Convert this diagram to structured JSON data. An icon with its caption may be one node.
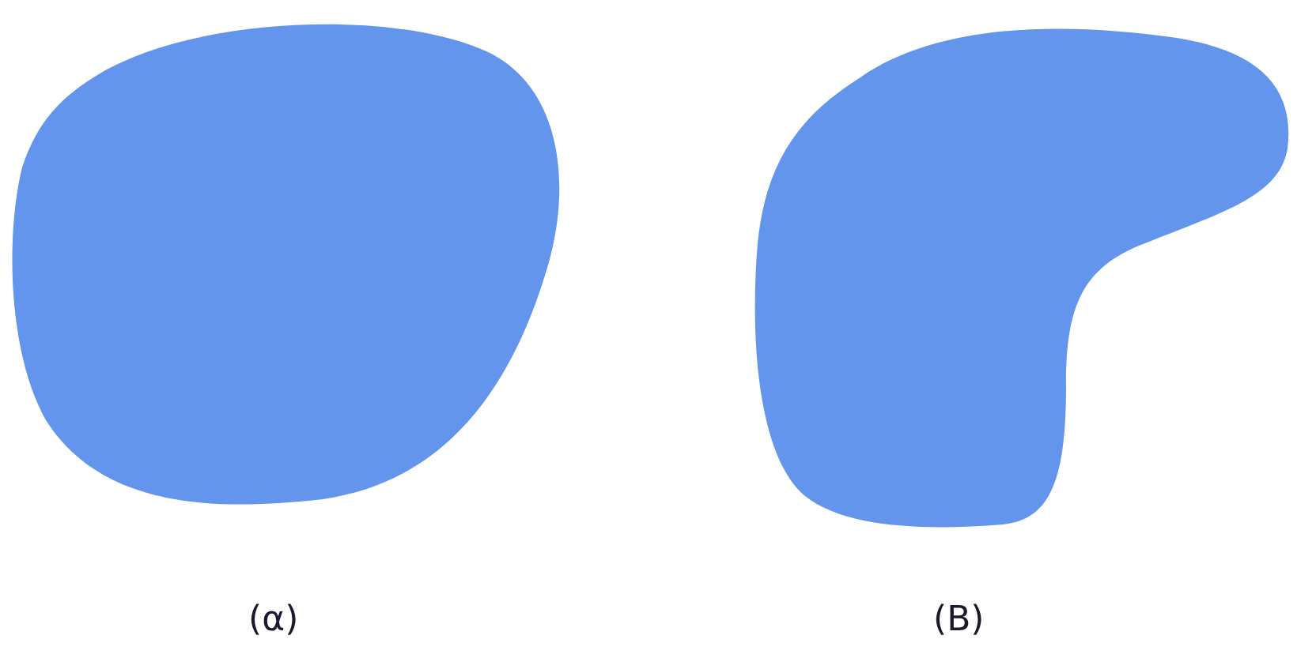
{
  "diagram": {
    "nodes": [
      {
        "text": [],
        "shape": "blob",
        "beside": [
          "(α)"
        ]
      },
      {
        "text": [],
        "shape": "blob",
        "beside": [
          "(Β)"
        ]
      }
    ]
  }
}
